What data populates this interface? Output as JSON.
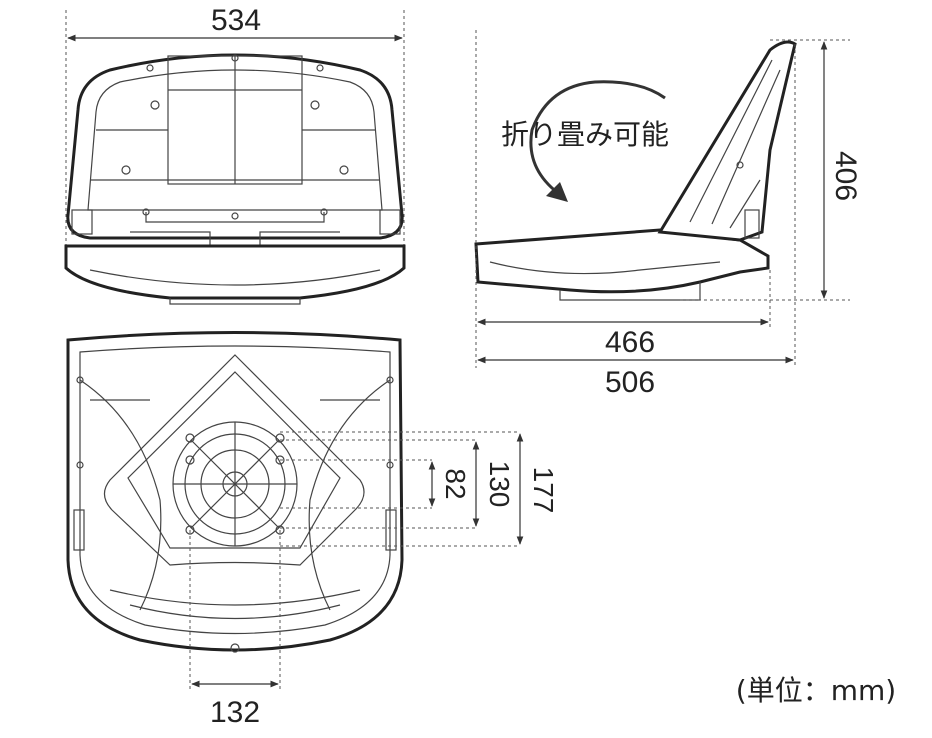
{
  "dimensions": {
    "top_width": "534",
    "side_height": "406",
    "side_depth_seat": "466",
    "side_depth_total": "506",
    "mount_82": "82",
    "mount_130": "130",
    "mount_177": "177",
    "mount_132": "132"
  },
  "labels": {
    "foldable": "折り畳み可能",
    "unit": "(単位：mm)"
  }
}
